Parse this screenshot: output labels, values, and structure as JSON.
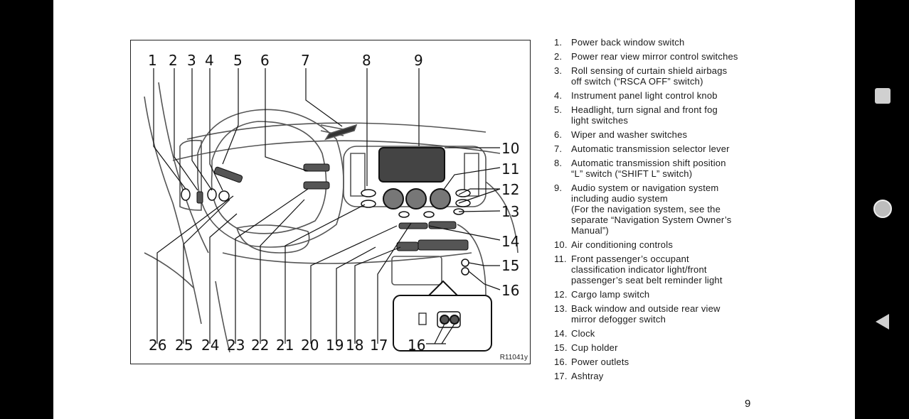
{
  "figure": {
    "code": "R11041y",
    "callouts_top": [
      "1",
      "2",
      "3",
      "4",
      "5",
      "6",
      "7",
      "8",
      "9"
    ],
    "callouts_right": [
      "10",
      "11",
      "12",
      "13",
      "14",
      "15",
      "16"
    ],
    "callouts_bottom": [
      "26",
      "25",
      "24",
      "23",
      "22",
      "21",
      "20",
      "19",
      "18",
      "17"
    ],
    "inset_label": "16"
  },
  "legend": [
    {
      "num": "1.",
      "text": "Power back window switch"
    },
    {
      "num": "2.",
      "text": "Power rear view mirror control switches"
    },
    {
      "num": "3.",
      "text": "Roll sensing of curtain shield airbags\noff switch (“RSCA OFF” switch)"
    },
    {
      "num": "4.",
      "text": "Instrument panel light control knob"
    },
    {
      "num": "5.",
      "text": "Headlight, turn signal and front fog\nlight switches"
    },
    {
      "num": "6.",
      "text": "Wiper and washer switches"
    },
    {
      "num": "7.",
      "text": "Automatic transmission selector lever"
    },
    {
      "num": "8.",
      "text": "Automatic transmission shift position\n“L” switch (“SHIFT L” switch)"
    },
    {
      "num": "9.",
      "text": "Audio system or navigation system\nincluding audio system\n(For the navigation system, see the\nseparate “Navigation System Owner’s\nManual”)"
    },
    {
      "num": "10.",
      "text": "Air conditioning controls"
    },
    {
      "num": "11.",
      "text": "Front passenger’s occupant\nclassification indicator light/front\npassenger’s seat belt reminder light"
    },
    {
      "num": "12.",
      "text": "Cargo lamp switch"
    },
    {
      "num": "13.",
      "text": "Back window and outside rear view\nmirror defogger switch"
    },
    {
      "num": "14.",
      "text": "Clock"
    },
    {
      "num": "15.",
      "text": "Cup holder"
    },
    {
      "num": "16.",
      "text": "Power outlets"
    },
    {
      "num": "17.",
      "text": "Ashtray"
    }
  ],
  "page_number": "9",
  "nav": {
    "recents": "recents-icon",
    "home": "home-icon",
    "back": "back-icon"
  }
}
